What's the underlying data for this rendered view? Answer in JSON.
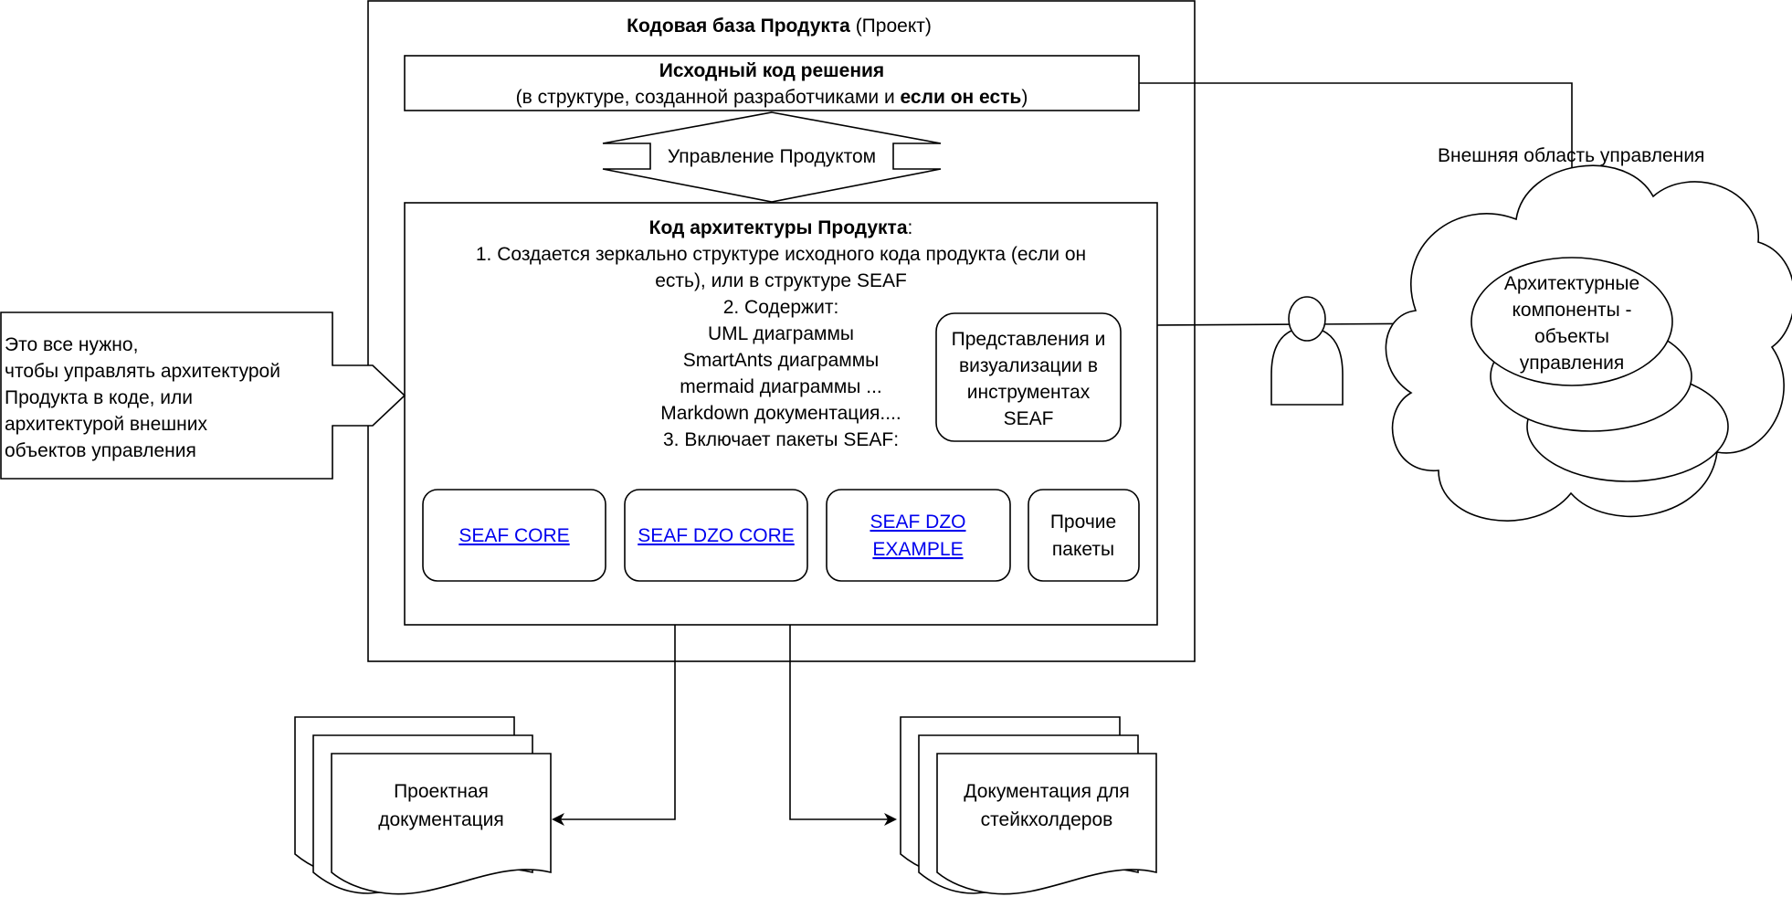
{
  "project": {
    "title_bold": "Кодовая база Продукта",
    "title_normal": " (Проект)"
  },
  "source_code": {
    "title": "Исходный код решения",
    "subtitle_prefix": "(в структуре, созданной разработчиками и ",
    "subtitle_bold": "если он есть",
    "subtitle_suffix": ")"
  },
  "management_arrow": {
    "label": "Управление Продуктом"
  },
  "arch_code": {
    "title_bold": "Код архитектуры Продукта",
    "title_suffix": ":",
    "line1": "1. Создается зеркально структуре исходного кода продукта (если он",
    "line2": "есть), или в структуре SEAF",
    "line3": "2. Содержит:",
    "line4": "UML диаграммы",
    "line5": "SmartAnts диаграммы",
    "line6": "mermaid диаграммы ...",
    "line7": "Markdown документация....",
    "line8": "3. Включает пакеты SEAF:"
  },
  "views_box": {
    "line1": "Представления и",
    "line2": "визуализации в",
    "line3": "инструментах",
    "line4": "SEAF"
  },
  "packages": {
    "core": "SEAF CORE",
    "dzo_core": "SEAF DZO CORE",
    "dzo_example_line1": "SEAF DZO",
    "dzo_example_line2": "EXAMPLE",
    "other_line1": "Прочие",
    "other_line2": "пакеты"
  },
  "left_note": {
    "line1": "Это  все нужно,",
    "line2": "чтобы управлять архитектурой",
    "line3": "Продукта в коде, или",
    "line4": "архитектурой внешних",
    "line5": "объектов управления"
  },
  "external": {
    "label": "Внешняя область управления",
    "components_line1": "Архитектурные",
    "components_line2": "компоненты -",
    "components_line3": "объекты",
    "components_line4": "управления"
  },
  "docs": {
    "project_line1": "Проектная",
    "project_line2": "документация",
    "stakeholders_line1": "Документация для",
    "stakeholders_line2": "стейкхолдеров"
  },
  "colors": {
    "link": "#0000ee",
    "stroke": "#000000",
    "background": "#ffffff"
  }
}
